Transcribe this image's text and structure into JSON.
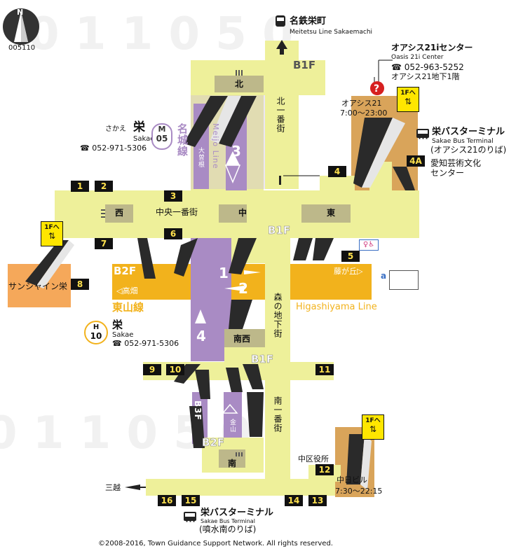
{
  "map_id": "005110",
  "compass": {
    "label": "N"
  },
  "copyright": "©2008-2016, Town Guidance Support Network. All rights reserved.",
  "stations": {
    "meitetsu": {
      "name": "名鉄栄町",
      "name_en": "Meitetsu Line Sakaemachi"
    },
    "meijo": {
      "kana": "さかえ",
      "name": "栄",
      "name_en": "Sakae",
      "phone": "052-971-5306",
      "line_letter": "M",
      "line_number": "05",
      "line_name": "名城線",
      "line_name_en": "Meijo Line",
      "color": "#a98bc4"
    },
    "higashiyama": {
      "name": "栄",
      "name_en": "Sakae",
      "phone": "052-971-5306",
      "line_letter": "H",
      "line_number": "10",
      "line_name": "東山線",
      "line_name_en": "Higashiyama Line",
      "color": "#f2b21c"
    }
  },
  "oasis": {
    "name": "オアシス21iセンター",
    "name_en": "Oasis 21i Center",
    "phone": "052-963-5252",
    "floor": "オアシス21地下1階",
    "building": "オアシス21",
    "hours": "7:00～23:00"
  },
  "bus_north": {
    "name": "栄バスターミナル",
    "name_en": "Sakae Bus Terminal",
    "sub": "(オアシス21のりば)"
  },
  "bus_south": {
    "name": "栄バスターミナル",
    "name_en": "Sakae Bus Terminal",
    "sub": "(噴水南のりば)"
  },
  "places": {
    "aichi_arts": "愛知芸術文化\nセンター",
    "sunshine": "サンシャイン栄",
    "chunichi": "中日ビル",
    "chunichi_hours": "7:30～22:15",
    "naka_ward": "中区役所",
    "mitsukoshi": "三越"
  },
  "floors": {
    "b1f_top": "B1F",
    "b1f_mid": "B1F",
    "b1f_south": "B1F",
    "b2f": "B2F",
    "b2f_south": "B2F",
    "b3f": "B3F"
  },
  "streets": {
    "chuo": "中央一番街",
    "kita": "北一番街",
    "mori": "森の地下街",
    "minami": "南一番街"
  },
  "gates": {
    "kita": "北",
    "nishi": "西",
    "naka": "中",
    "higashi": "東",
    "nansei": "南西",
    "minami": "南"
  },
  "platforms": {
    "p1": "1",
    "p2": "2",
    "p3": "3",
    "p4": "4",
    "p1_dir": "藤が丘",
    "p2_dir": "高畑",
    "p3_dir": "大曽根",
    "p4_dir": "金山"
  },
  "elevator_label": "1Fへ",
  "exits": [
    "1",
    "2",
    "3",
    "4",
    "4A",
    "5",
    "6",
    "7",
    "8",
    "9",
    "10",
    "11",
    "12",
    "13",
    "14",
    "15",
    "16"
  ],
  "facilities": {
    "info_letter": "a"
  },
  "colors": {
    "concourse": "#eef09a",
    "building": "#d9a45a",
    "meijo": "#a98bc4",
    "higashiyama": "#f2b21c",
    "sunshine": "#f5a85a",
    "gate": "#bdb88a",
    "stair": "#2a2a2a"
  }
}
